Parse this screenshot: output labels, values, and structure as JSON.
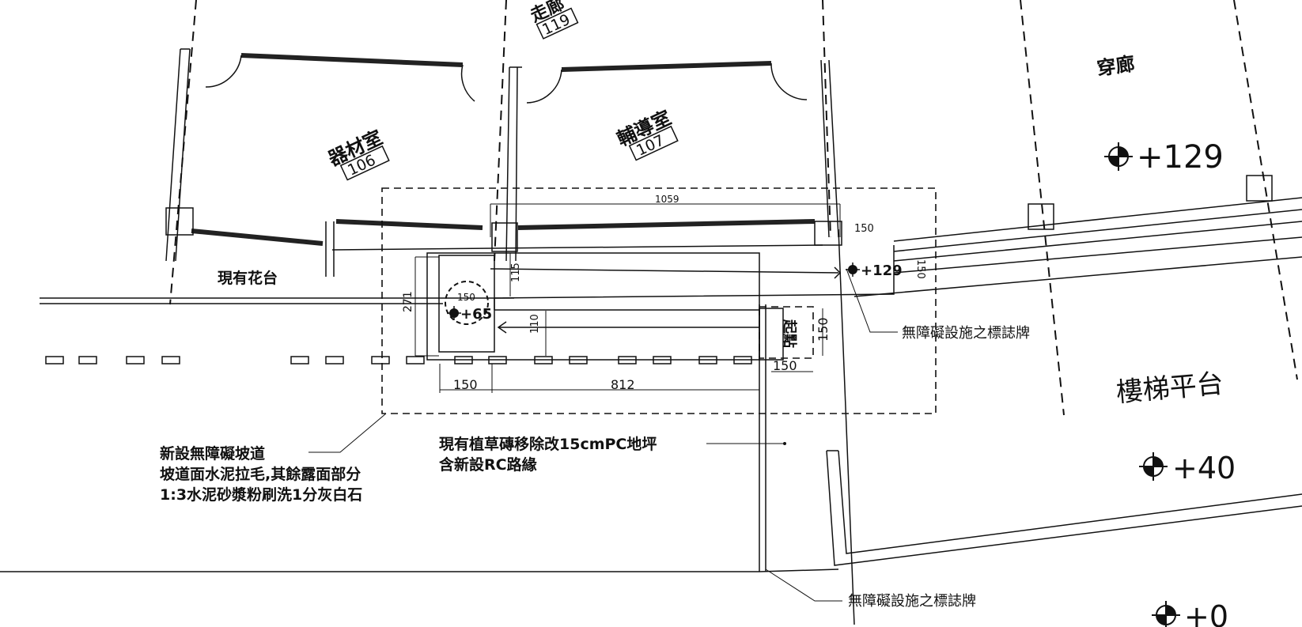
{
  "rooms": {
    "corridor": {
      "name": "走廊",
      "number": "119"
    },
    "equipment": {
      "name": "器材室",
      "number": "106"
    },
    "counseling": {
      "name": "輔導室",
      "number": "107"
    },
    "passage": {
      "name": "穿廊"
    },
    "stair_landing": {
      "name": "樓梯平台"
    },
    "planter": {
      "name": "現有花台"
    }
  },
  "elevations": {
    "passage": "+129",
    "ramp_top": "+129",
    "ramp_bottom": "+65",
    "landing": "+40",
    "ground": "+0"
  },
  "dimensions": {
    "total_length": "1059",
    "top_landing": "150",
    "top_landing_side": "150",
    "upper_width": "115",
    "overall_width": "271",
    "bottom_landing": "150",
    "lower_width": "110",
    "start_depth": "150",
    "start_width": "150",
    "bottom_left": "150",
    "bottom_run": "812"
  },
  "labels": {
    "start_point": "起點",
    "sign_1": "無障礙設施之標誌牌",
    "sign_2": "無障礙設施之標誌牌"
  },
  "notes": {
    "ramp_note": [
      "新設無障礙坡道",
      "坡道面水泥拉毛,其餘露面部分",
      "1:3水泥砂漿粉刷洗1分灰白石"
    ],
    "paving_note": [
      "現有植草磚移除改15cmPC地坪",
      "含新設RC路緣"
    ]
  }
}
